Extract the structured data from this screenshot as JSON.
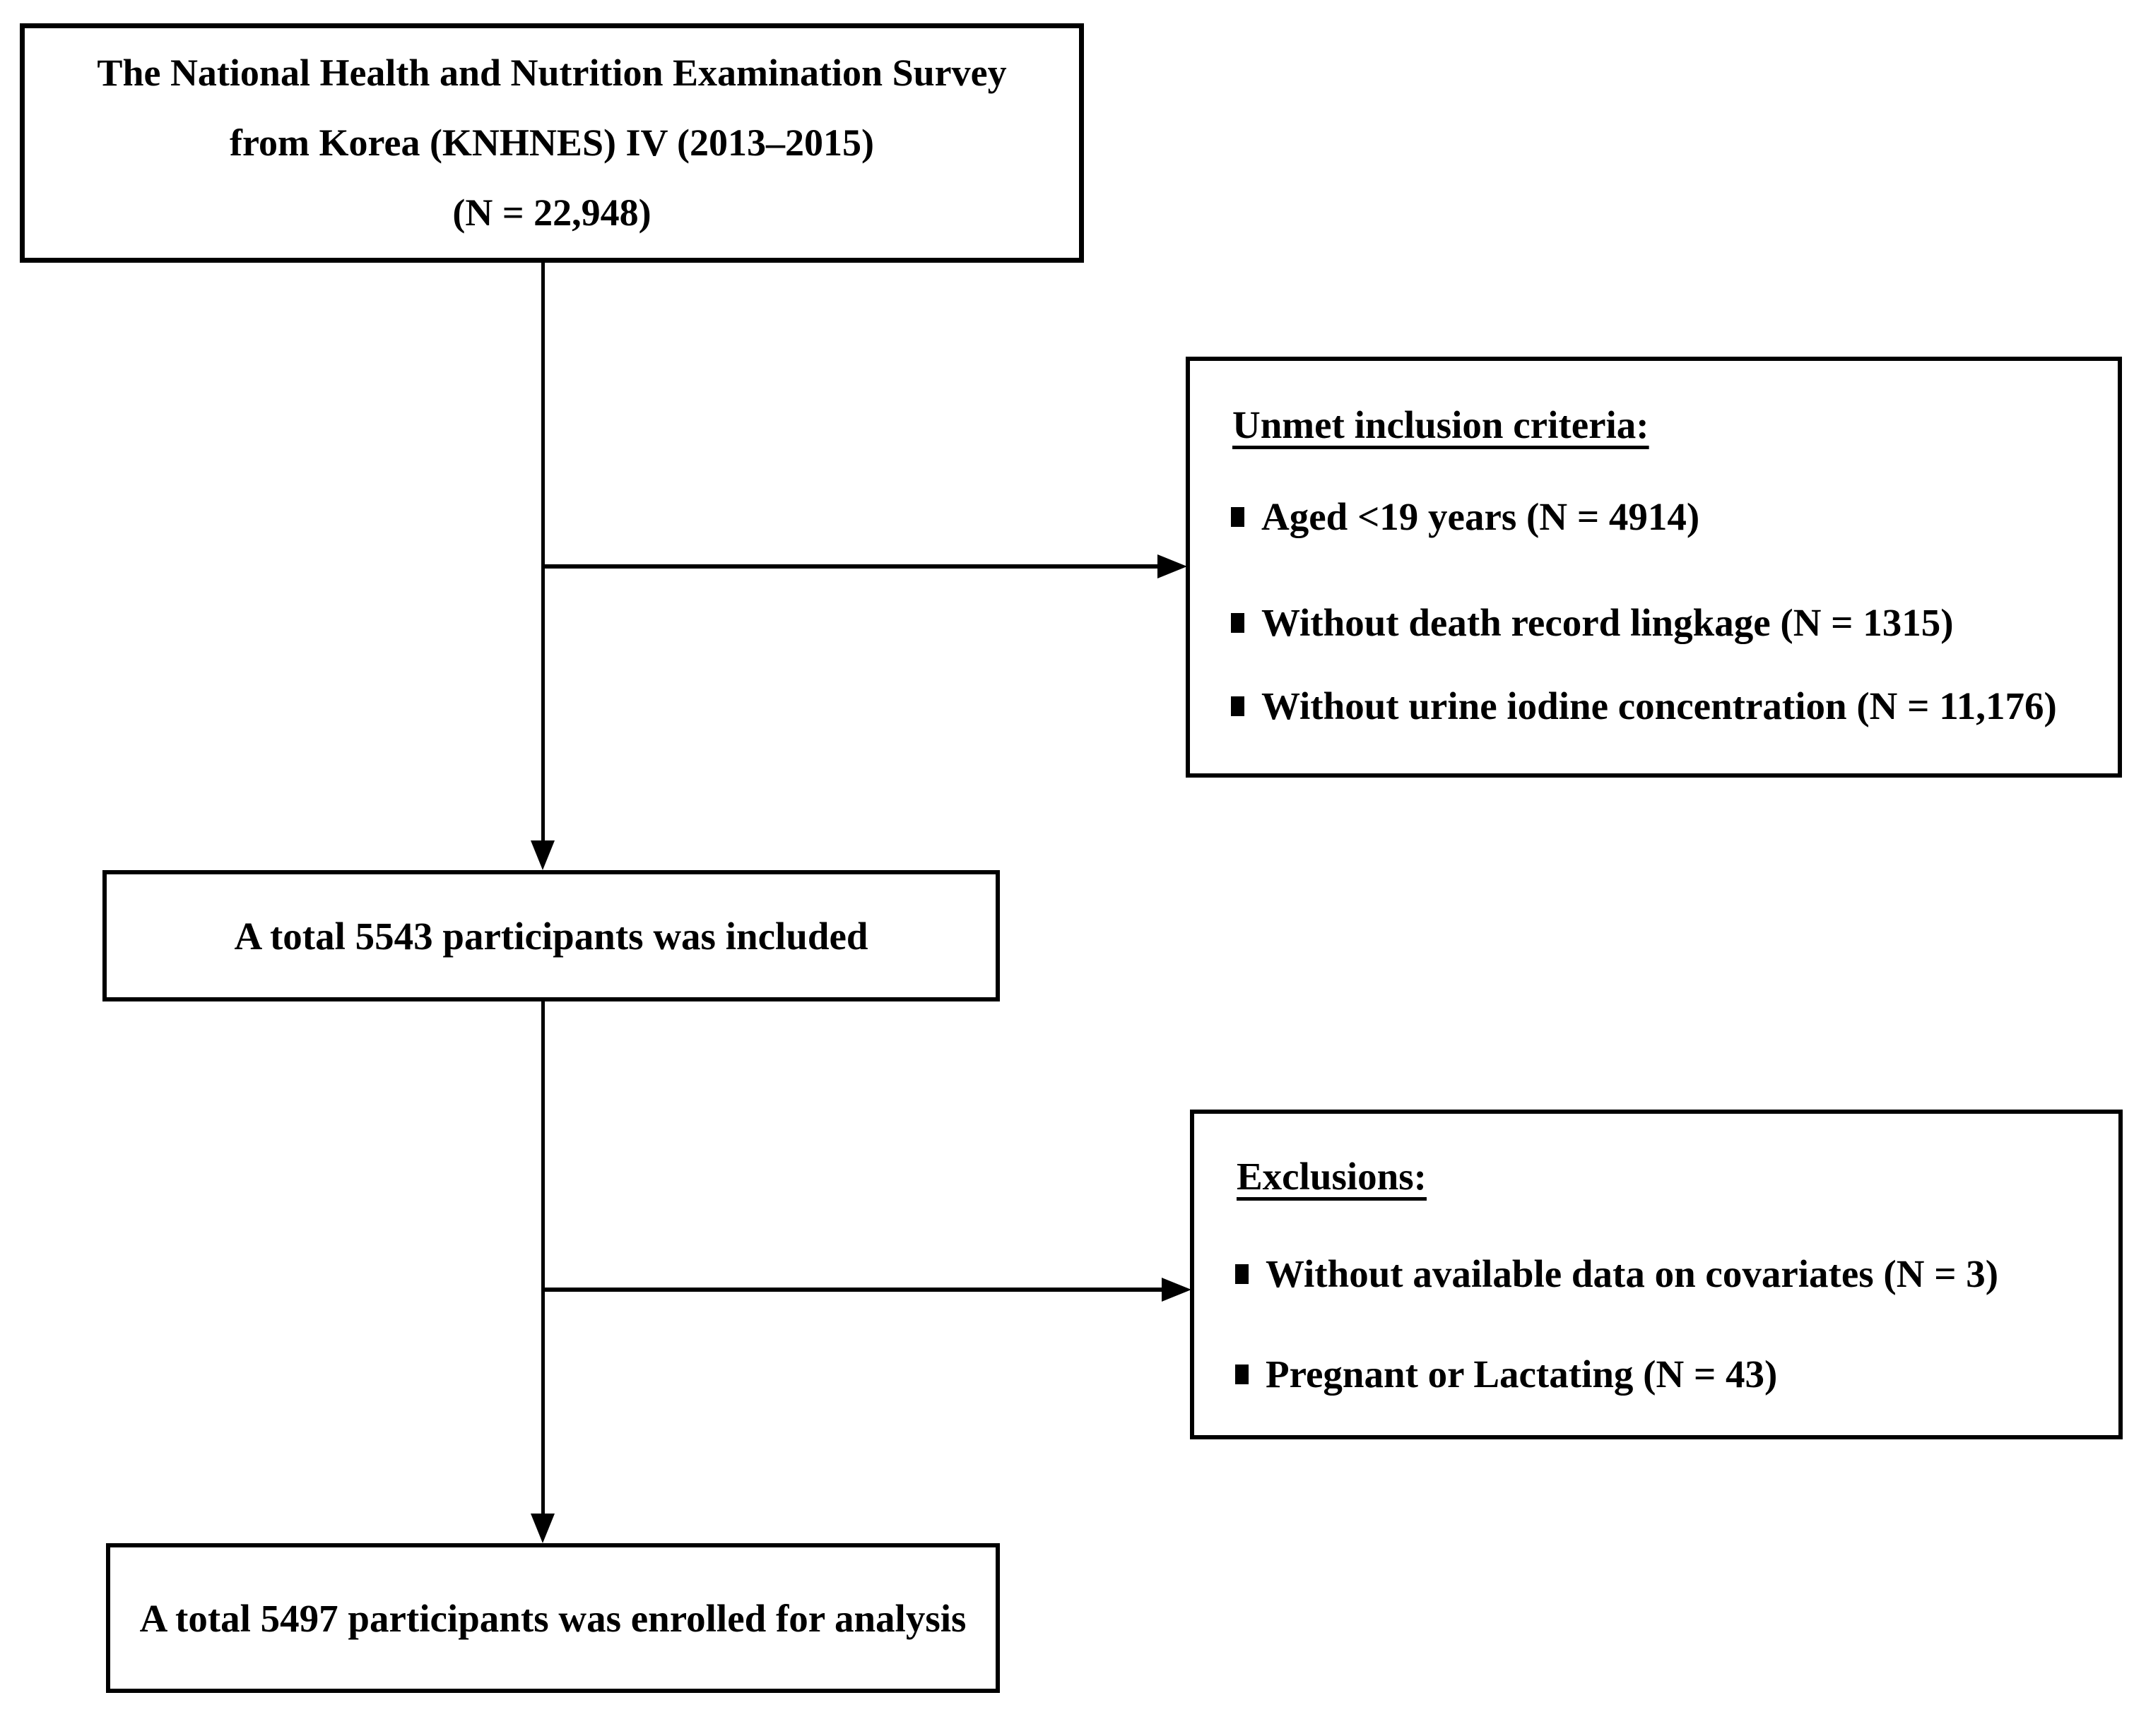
{
  "figure": {
    "background_color": "#ffffff",
    "text_color": "#000000",
    "line_color": "#000000"
  },
  "boxes": {
    "source": {
      "lines": [
        "The National Health and Nutrition Examination Survey",
        "from Korea (KNHNES) IV (2013–2015)",
        "(N = 22,948)"
      ]
    },
    "unmet": {
      "heading": "Unmet inclusion criteria:",
      "items": [
        "Aged <19 years (N = 4914)",
        "Without death record lingkage (N = 1315)",
        "Without urine iodine concentration (N = 11,176)"
      ]
    },
    "included": {
      "text": "A total 5543 participants was included"
    },
    "exclusions": {
      "heading": "Exclusions:",
      "items": [
        "Without available data on covariates (N = 3)",
        "Pregnant or Lactating (N = 43)"
      ]
    },
    "enrolled": {
      "text": "A total 5497 participants was enrolled for analysis"
    }
  }
}
